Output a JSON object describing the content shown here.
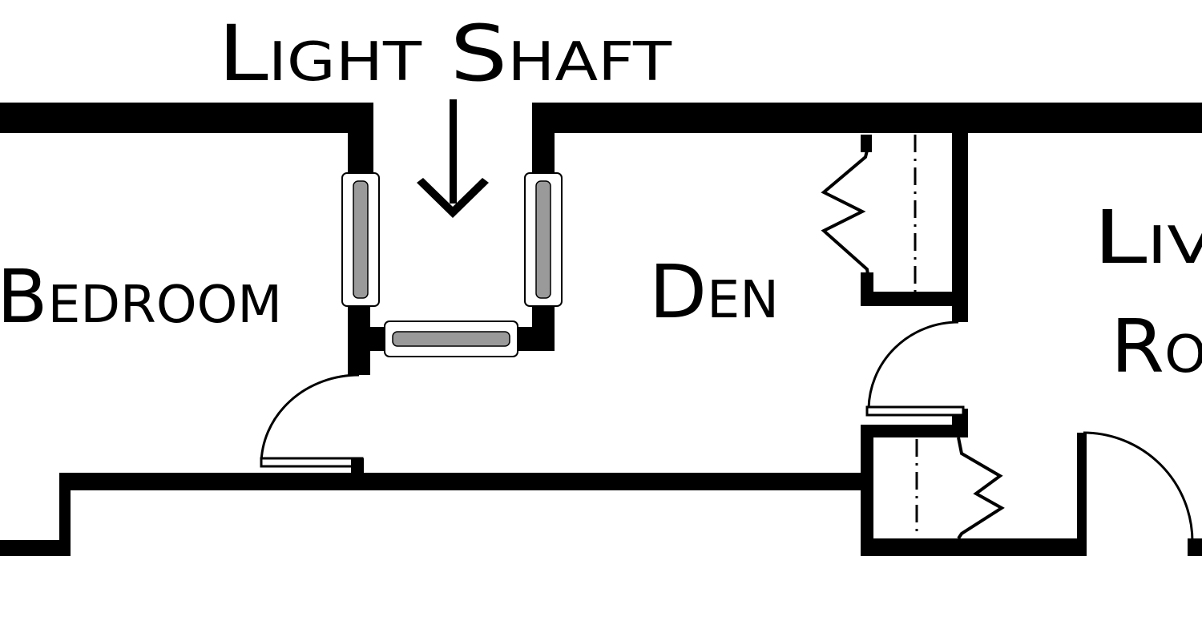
{
  "labels": {
    "light_shaft": "Light Shaft",
    "bedroom": "Bedroom",
    "den": "Den",
    "living_line1": "Liv",
    "living_line2": "Ro"
  },
  "colors": {
    "ink": "#000000",
    "paper": "#ffffff",
    "glass": "#9a9a9a"
  }
}
